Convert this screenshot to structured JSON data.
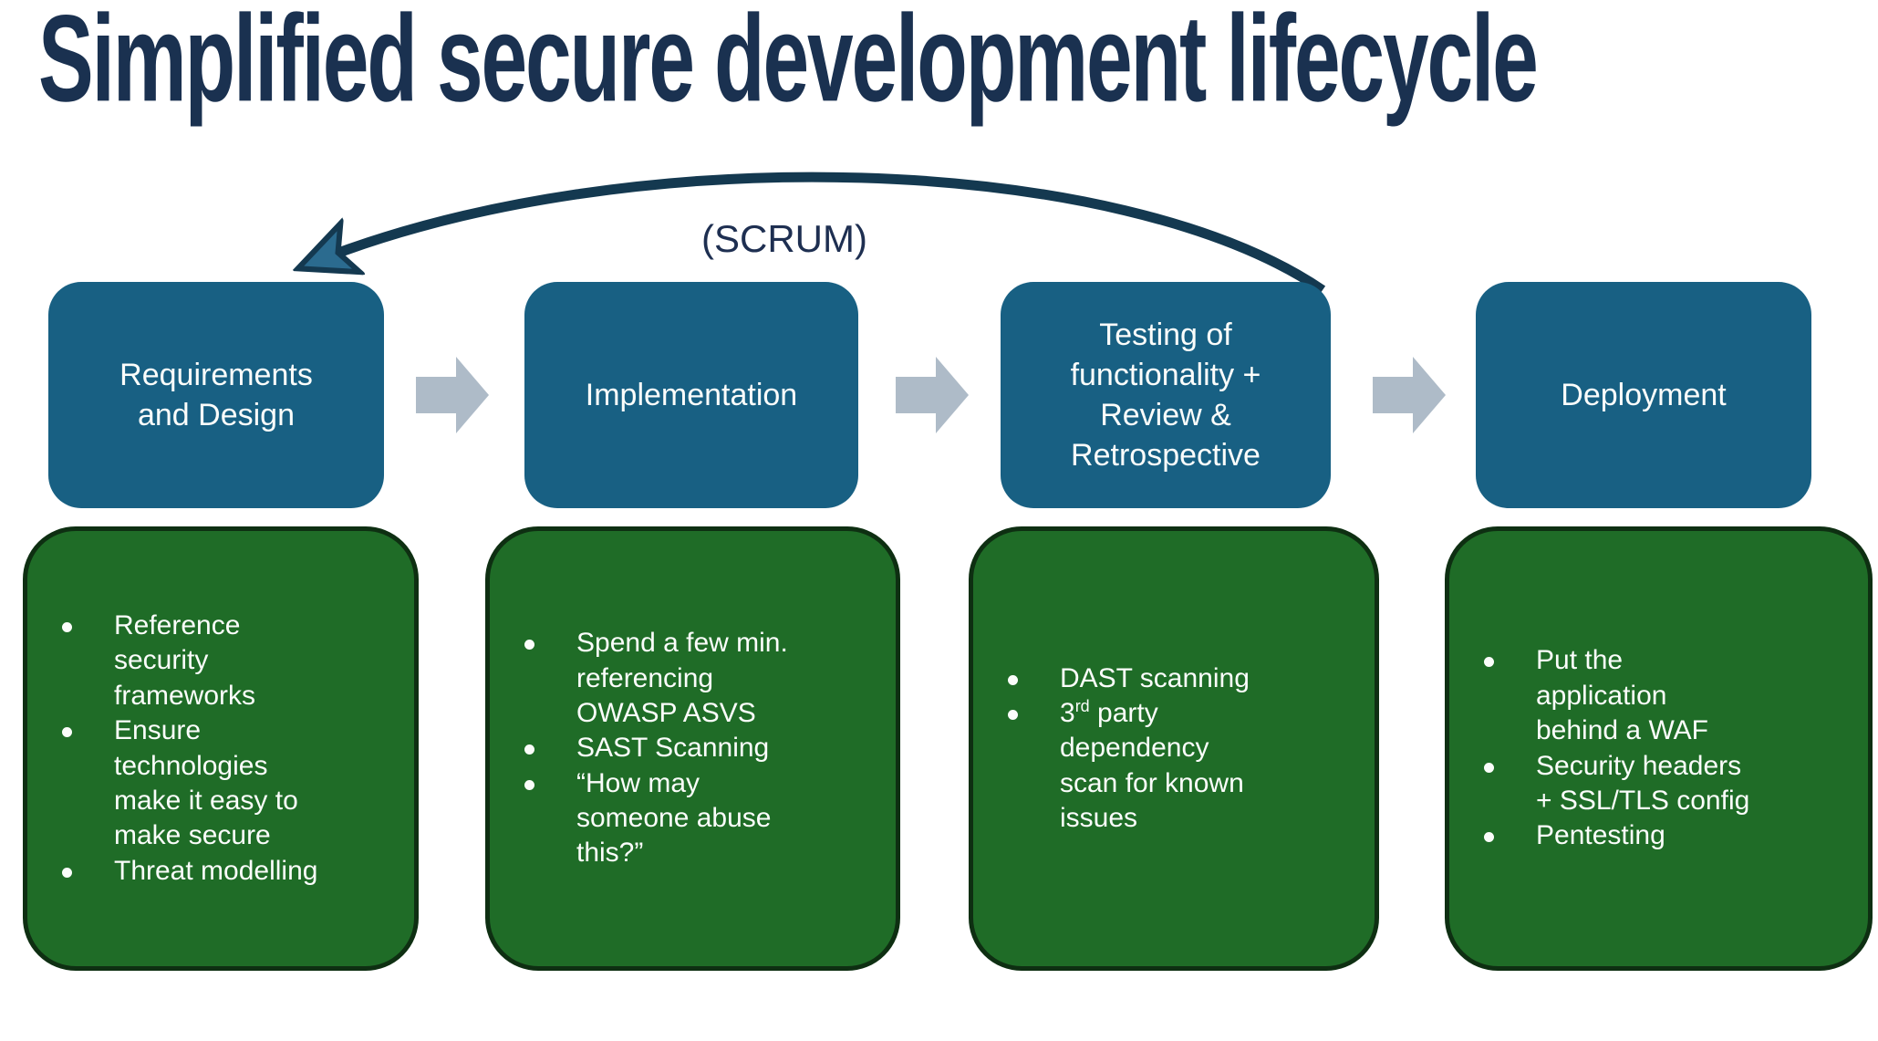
{
  "title": "Simplified secure development lifecycle",
  "scrum_label": "(SCRUM)",
  "colors": {
    "title_navy": "#1a3150",
    "stage_blue": "#186083",
    "practice_green": "#1f6c27",
    "practice_border": "#0e2f12",
    "flow_arrow_gray": "#aebbc8",
    "loop_arrow_shaft": "#143950",
    "loop_arrow_head": "#2b6b8f",
    "text_white": "#fbfdfb"
  },
  "columns": [
    {
      "stage": "Requirements\nand Design",
      "bullets": [
        "Reference\nsecurity\nframeworks",
        "Ensure\ntechnologies\nmake it easy to\nmake secure",
        "Threat modelling"
      ]
    },
    {
      "stage": "Implementation",
      "bullets": [
        "Spend a few min.\nreferencing\nOWASP ASVS",
        "SAST Scanning",
        "“How may\nsomeone abuse\nthis?”"
      ]
    },
    {
      "stage": "Testing of\nfunctionality +\nReview &\nRetrospective",
      "bullets": [
        "DAST scanning",
        {
          "pre": "3",
          "sup": "rd",
          "rest": " party\ndependency\nscan for known\nissues"
        }
      ]
    },
    {
      "stage": "Deployment",
      "bullets": [
        "Put the\napplication\nbehind a WAF",
        "Security headers\n+ SSL/TLS config",
        "Pentesting"
      ]
    }
  ]
}
